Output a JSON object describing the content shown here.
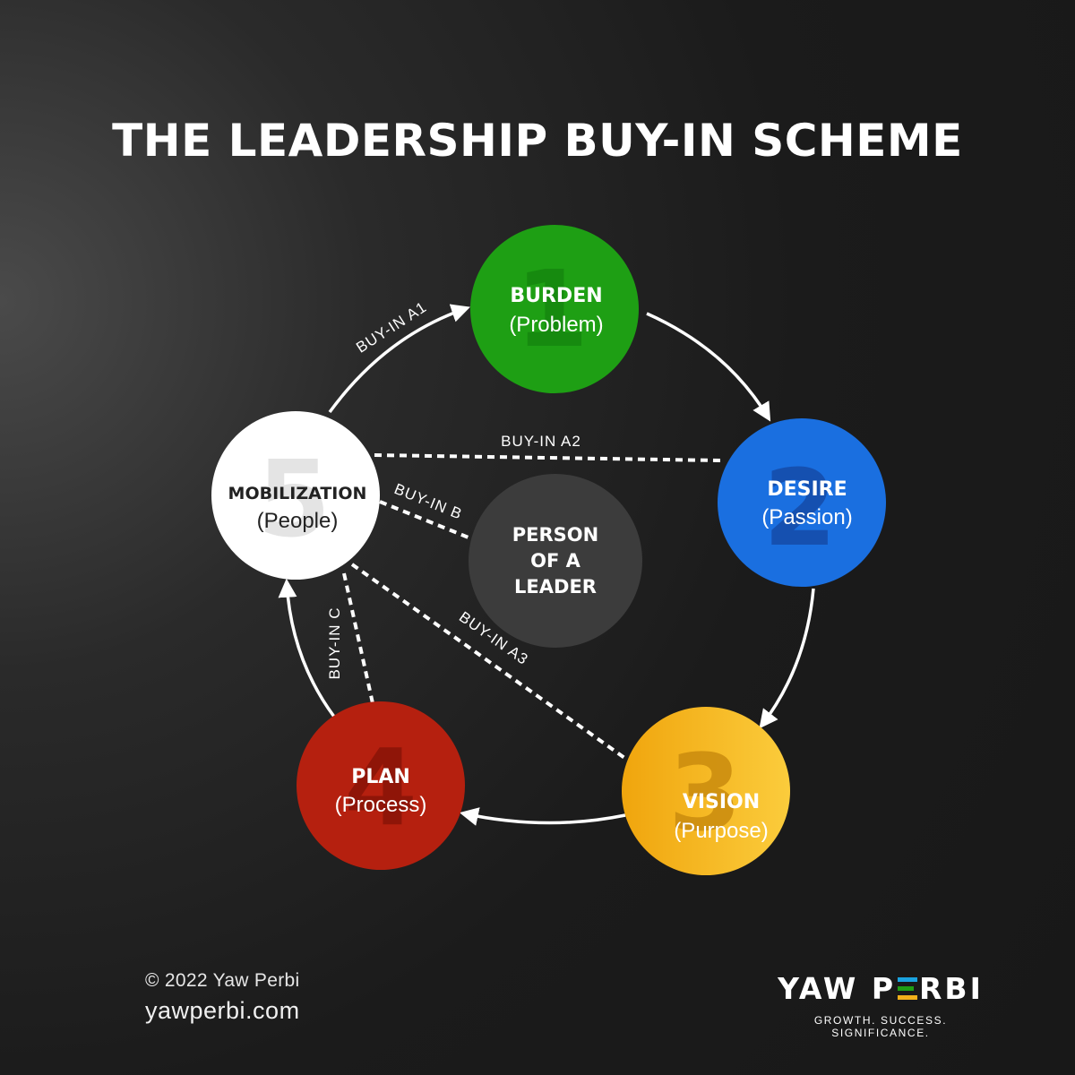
{
  "title": "THE LEADERSHIP BUY-IN SCHEME",
  "nodes": [
    {
      "id": "burden",
      "number": "1",
      "label": "BURDEN",
      "sublabel": "(Problem)",
      "color": "#1e9f14",
      "text_color": "#ffffff",
      "number_color": "#178a10"
    },
    {
      "id": "desire",
      "number": "2",
      "label": "DESIRE",
      "sublabel": "(Passion)",
      "color": "#1a6fe0",
      "text_color": "#ffffff",
      "number_color": "#154fae"
    },
    {
      "id": "vision",
      "number": "3",
      "label": "VISION",
      "sublabel": "(Purpose)",
      "color": "#f2b01a",
      "text_color": "#ffffff",
      "number_color": "#c98b0e"
    },
    {
      "id": "plan",
      "number": "4",
      "label": "PLAN",
      "sublabel": "(Process)",
      "color": "#b5200f",
      "text_color": "#ffffff",
      "number_color": "#8f1508"
    },
    {
      "id": "mobilization",
      "number": "5",
      "label": "MOBILIZATION",
      "sublabel": "(People)",
      "color": "#ffffff",
      "text_color": "#222222",
      "number_color": "#e3e3e3"
    }
  ],
  "center": {
    "lines": [
      "PERSON",
      "OF A",
      "LEADER"
    ],
    "color": "#3c3c3c",
    "text_color": "#ffffff"
  },
  "links": [
    {
      "id": "buy-in-a1",
      "label": "BUY-IN A1",
      "style": "solid"
    },
    {
      "id": "buy-in-a2",
      "label": "BUY-IN A2",
      "style": "dashed"
    },
    {
      "id": "buy-in-b",
      "label": "BUY-IN B",
      "style": "dashed"
    },
    {
      "id": "buy-in-a3",
      "label": "BUY-IN A3",
      "style": "dashed"
    },
    {
      "id": "buy-in-c",
      "label": "BUY-IN C",
      "style": "dashed"
    }
  ],
  "footer": {
    "copyright": "© 2022 Yaw Perbi",
    "website": "yawperbi.com"
  },
  "brand": {
    "name_part1": "YAW P",
    "name_part2": "RBI",
    "tagline": "GROWTH. SUCCESS. SIGNIFICANCE.",
    "e_colors": [
      "#1aa3e0",
      "#1e9f14",
      "#f2b01a"
    ]
  }
}
